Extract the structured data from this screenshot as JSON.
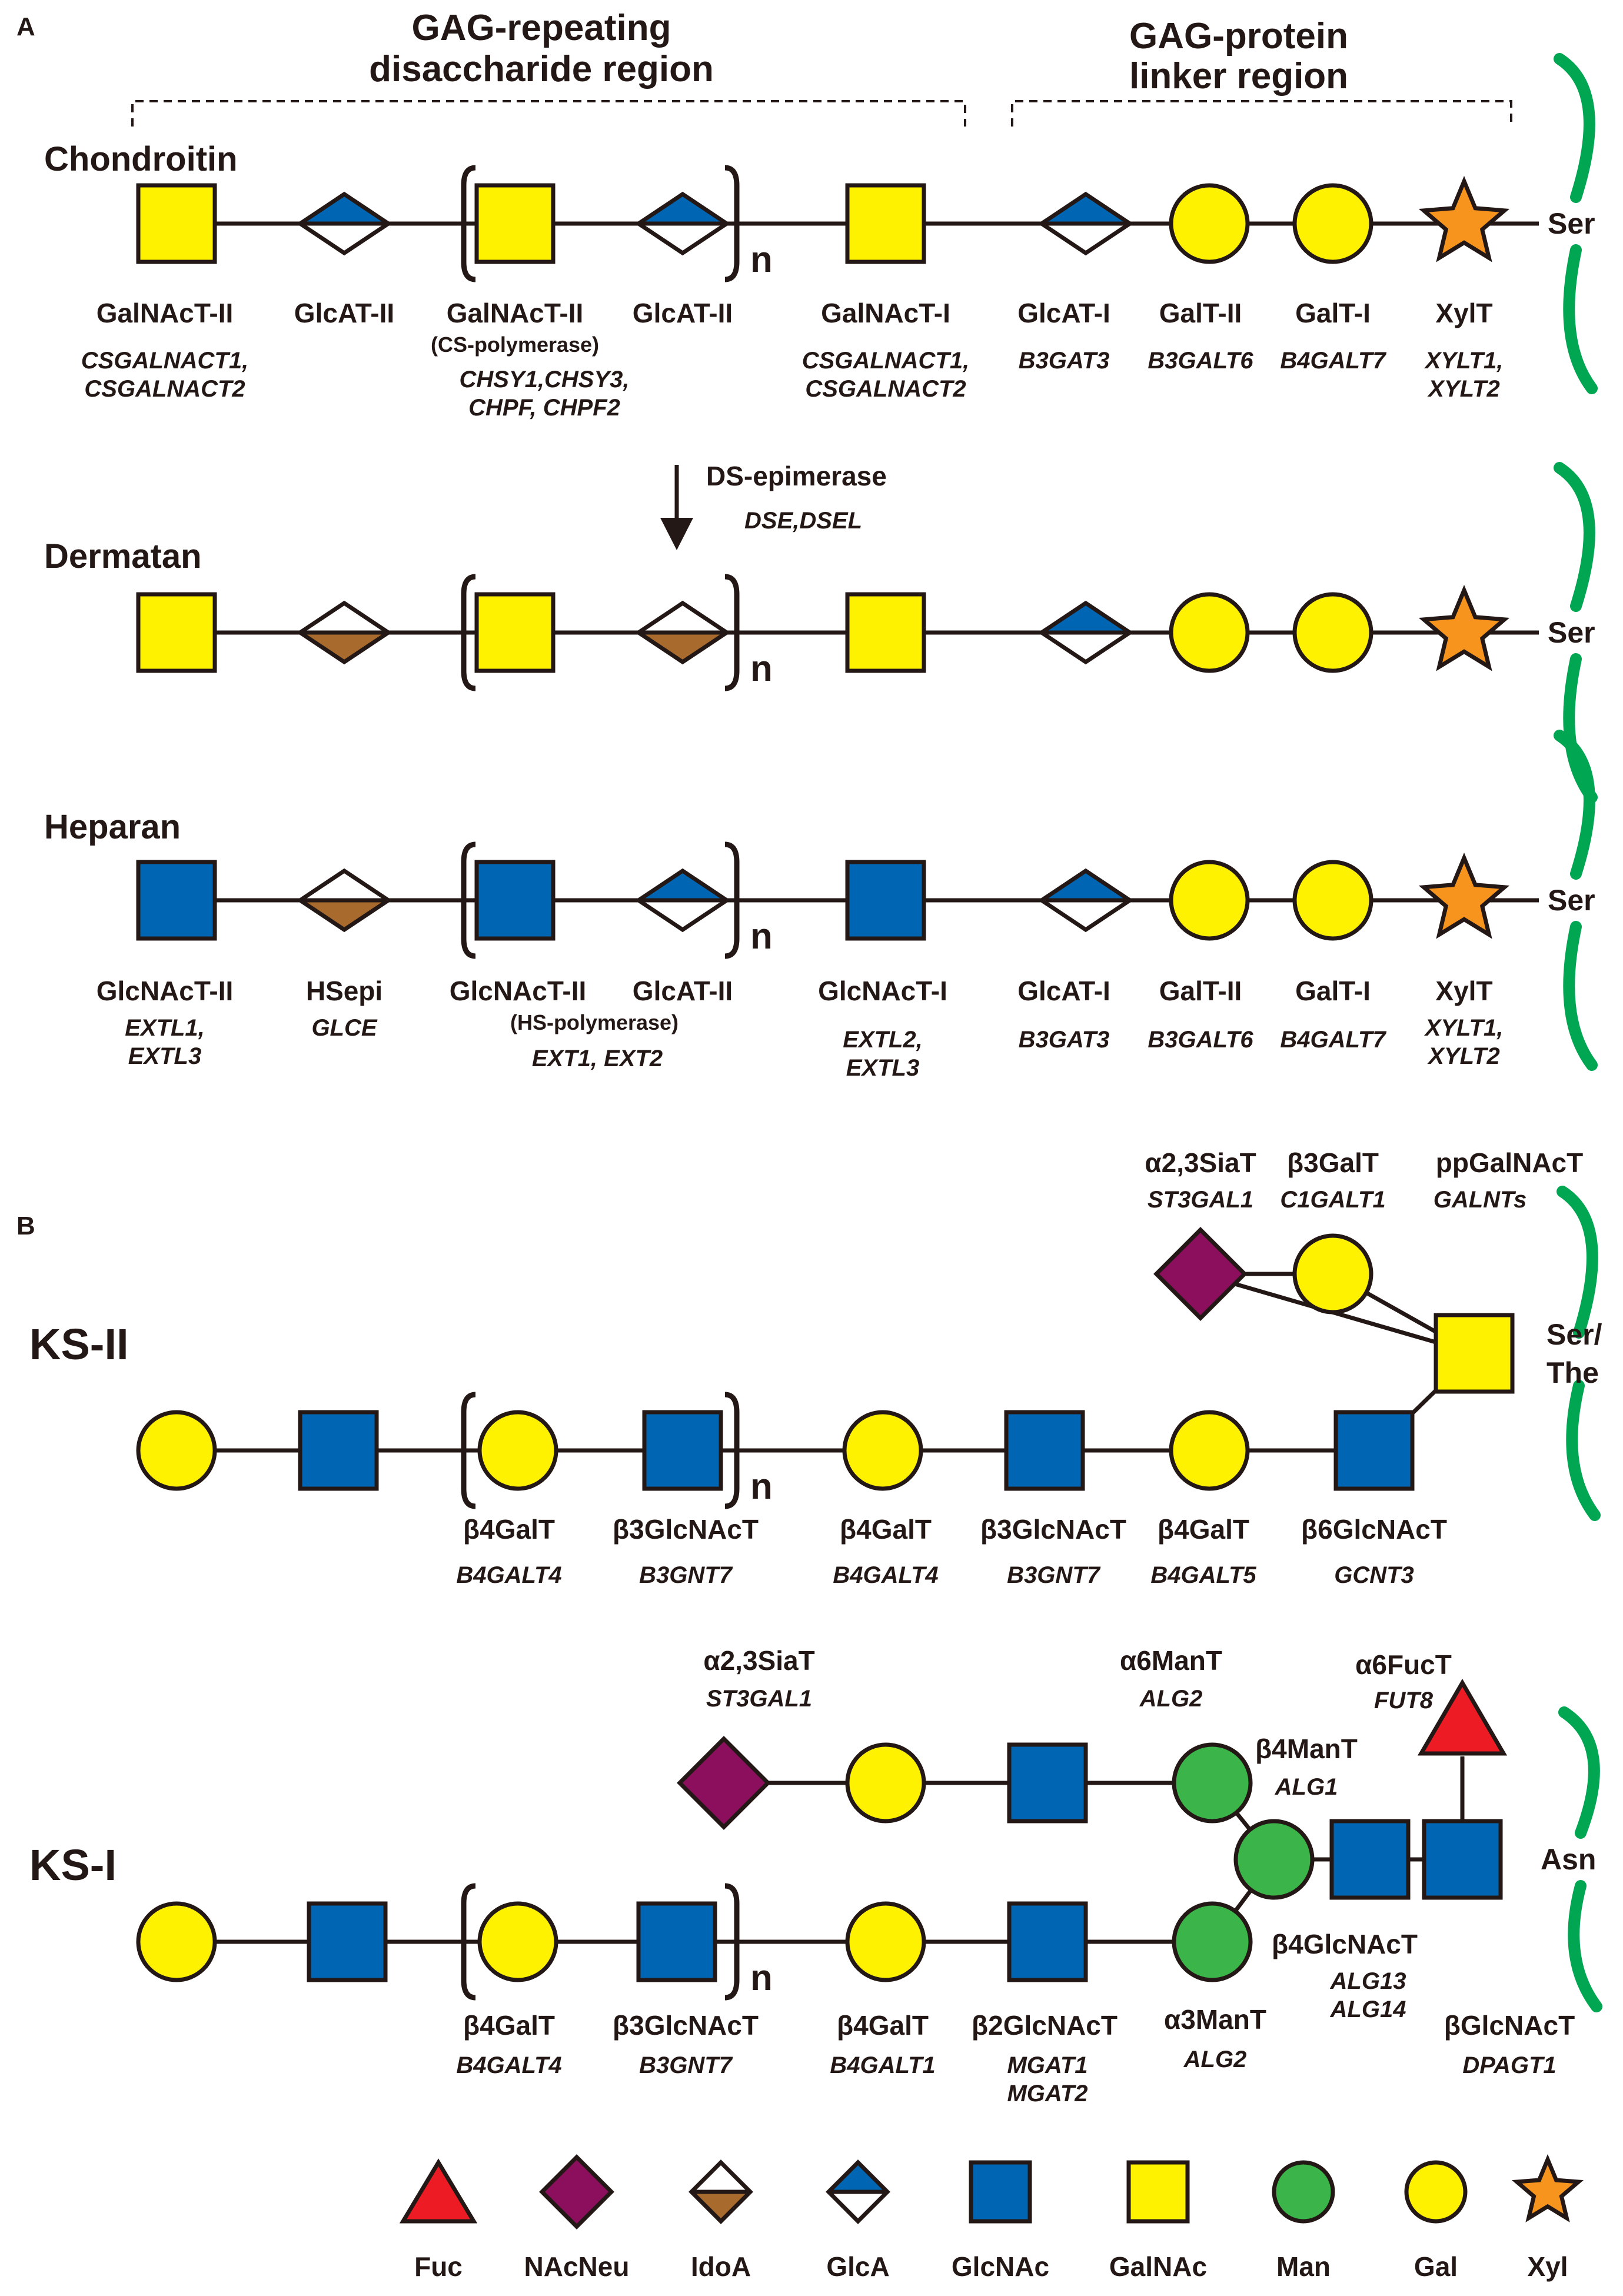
{
  "colors": {
    "gal": "#FFF200",
    "galnac": "#FFF200",
    "glcnac": "#0066B3",
    "man": "#3BB54A",
    "fuc": "#ED1C24",
    "nacneu": "#8B0F5D",
    "idoa": "#A86B2D",
    "glca": "#0066B3",
    "xyl": "#F7941D",
    "line": "#231815",
    "ser_bracket": "#00A651"
  },
  "panel_a": {
    "label": "A",
    "headers": {
      "gag_repeating": [
        "GAG-repeating",
        "disaccharide region"
      ],
      "gag_protein": [
        "GAG-protein",
        "linker region"
      ]
    },
    "chondroitin": {
      "name": "Chondroitin",
      "aglycone": "Ser",
      "repeat": "n",
      "enzymes": [
        {
          "name": "GalNAcT-II",
          "genes": [
            "CSGALNACT1,",
            "CSGALNACT2"
          ]
        },
        {
          "name": "GlcAT-II",
          "genes": []
        },
        {
          "name": "GalNAcT-II",
          "note": "(CS-polymerase)",
          "genes": [
            "CHSY1,CHSY3,",
            "CHPF, CHPF2"
          ]
        },
        {
          "name": "GlcAT-II",
          "genes": []
        },
        {
          "name": "GalNAcT-I",
          "genes": [
            "CSGALNACT1,",
            "CSGALNACT2"
          ]
        },
        {
          "name": "GlcAT-I",
          "genes": [
            "B3GAT3"
          ]
        },
        {
          "name": "GalT-II",
          "genes": [
            "B3GALT6"
          ]
        },
        {
          "name": "GalT-I",
          "genes": [
            "B4GALT7"
          ]
        },
        {
          "name": "XylT",
          "genes": [
            "XYLT1,",
            "XYLT2"
          ]
        }
      ]
    },
    "epimerase": {
      "name": "DS-epimerase",
      "genes": "DSE,DSEL"
    },
    "dermatan": {
      "name": "Dermatan",
      "aglycone": "Ser",
      "repeat": "n"
    },
    "heparan": {
      "name": "Heparan",
      "aglycone": "Ser",
      "repeat": "n",
      "enzymes": [
        {
          "name": "GlcNAcT-II",
          "genes": [
            "EXTL1,",
            "EXTL3"
          ]
        },
        {
          "name": "HSepi",
          "genes": [
            "GLCE"
          ]
        },
        {
          "name": "GlcNAcT-II",
          "genes": []
        },
        {
          "name": "GlcAT-II",
          "note": "(HS-polymerase)",
          "genes": [
            "EXT1, EXT2"
          ]
        },
        {
          "name": "GlcNAcT-I",
          "genes": [
            "EXTL2,",
            "EXTL3"
          ]
        },
        {
          "name": "GlcAT-I",
          "genes": [
            "B3GAT3"
          ]
        },
        {
          "name": "GalT-II",
          "genes": [
            "B3GALT6"
          ]
        },
        {
          "name": "GalT-I",
          "genes": [
            "B4GALT7"
          ]
        },
        {
          "name": "XylT",
          "genes": [
            "XYLT1,",
            "XYLT2"
          ]
        }
      ]
    }
  },
  "panel_b": {
    "label": "B",
    "ks2": {
      "name": "KS-II",
      "aglycone": [
        "Ser/",
        "The"
      ],
      "repeat": "n",
      "top_enzymes": [
        {
          "name": "α2,3SiaT",
          "gene": "ST3GAL1"
        },
        {
          "name": "β3GalT",
          "gene": "C1GALT1"
        },
        {
          "name": "ppGalNAcT",
          "gene": "GALNTs"
        }
      ],
      "bottom_enzymes": [
        {
          "name": "β4GalT",
          "gene": "B4GALT4"
        },
        {
          "name": "β3GlcNAcT",
          "gene": "B3GNT7"
        },
        {
          "name": "β4GalT",
          "gene": "B4GALT4"
        },
        {
          "name": "β3GlcNAcT",
          "gene": "B3GNT7"
        },
        {
          "name": "β4GalT",
          "gene": "B4GALT5"
        },
        {
          "name": "β6GlcNAcT",
          "gene": "GCNT3"
        }
      ]
    },
    "ks1": {
      "name": "KS-I",
      "aglycone": "Asn",
      "repeat": "n",
      "top_enzymes": [
        {
          "name": "α2,3SiaT",
          "genes": [
            "ST3GAL1"
          ]
        },
        {
          "name": "α6ManT",
          "genes": [
            "ALG2"
          ]
        },
        {
          "name": "β4ManT",
          "genes": [
            "ALG1"
          ]
        },
        {
          "name": "α6FucT",
          "genes": [
            "FUT8"
          ]
        }
      ],
      "right_enzyme": {
        "name": "β4GlcNAcT",
        "genes": [
          "ALG13",
          "ALG14"
        ]
      },
      "bottom_enzymes": [
        {
          "name": "β4GalT",
          "genes": [
            "B4GALT4"
          ]
        },
        {
          "name": "β3GlcNAcT",
          "genes": [
            "B3GNT7"
          ]
        },
        {
          "name": "β4GalT",
          "genes": [
            "B4GALT1"
          ]
        },
        {
          "name": "β2GlcNAcT",
          "genes": [
            "MGAT1",
            "MGAT2"
          ]
        },
        {
          "name": "α3ManT",
          "genes": [
            "ALG2"
          ]
        },
        {
          "name": "βGlcNAcT",
          "genes": [
            "DPAGT1"
          ]
        }
      ]
    }
  },
  "legend": [
    {
      "key": "fuc",
      "label": "Fuc"
    },
    {
      "key": "nacneu",
      "label": "NAcNeu"
    },
    {
      "key": "idoa",
      "label": "IdoA"
    },
    {
      "key": "glca",
      "label": "GlcA"
    },
    {
      "key": "glcnac",
      "label": "GlcNAc"
    },
    {
      "key": "galnac",
      "label": "GalNAc"
    },
    {
      "key": "man",
      "label": "Man"
    },
    {
      "key": "gal",
      "label": "Gal"
    },
    {
      "key": "xyl",
      "label": "Xyl"
    }
  ]
}
